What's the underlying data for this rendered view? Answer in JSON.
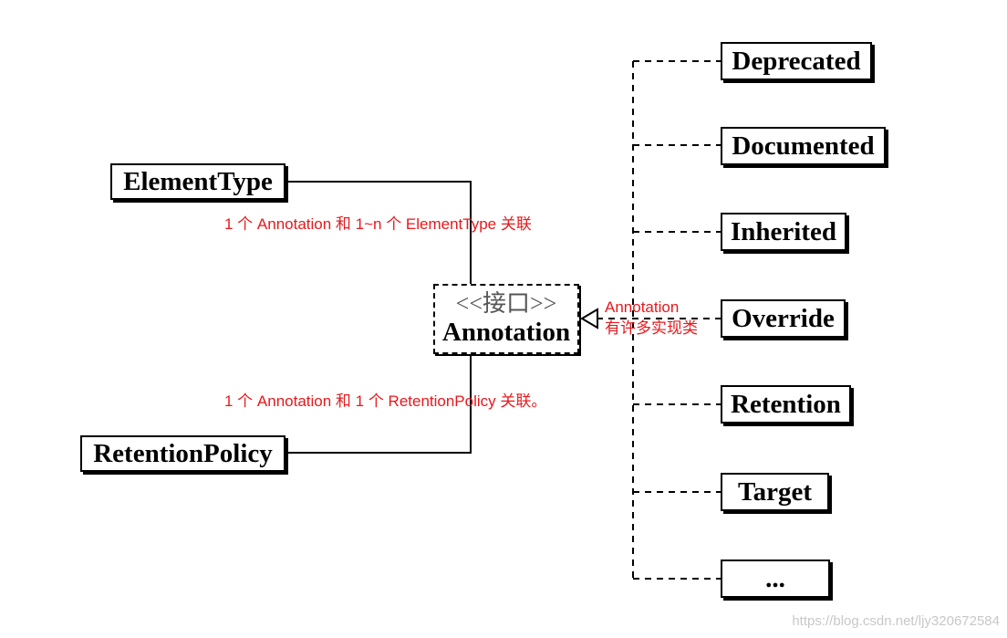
{
  "diagram": {
    "interface": {
      "stereotype": "<<接口>>",
      "name": "Annotation"
    },
    "associations": [
      {
        "class": "ElementType",
        "note": "1 个 Annotation 和 1~n 个 ElementType 关联"
      },
      {
        "class": "RetentionPolicy",
        "note": "1 个 Annotation 和 1 个 RetentionPolicy 关联。"
      }
    ],
    "implementations_note": [
      "Annotation",
      "有许多实现类"
    ],
    "implementations": [
      "Deprecated",
      "Documented",
      "Inherited",
      "Override",
      "Retention",
      "Target",
      "..."
    ]
  },
  "watermark": "https://blog.csdn.net/ljy320672584"
}
